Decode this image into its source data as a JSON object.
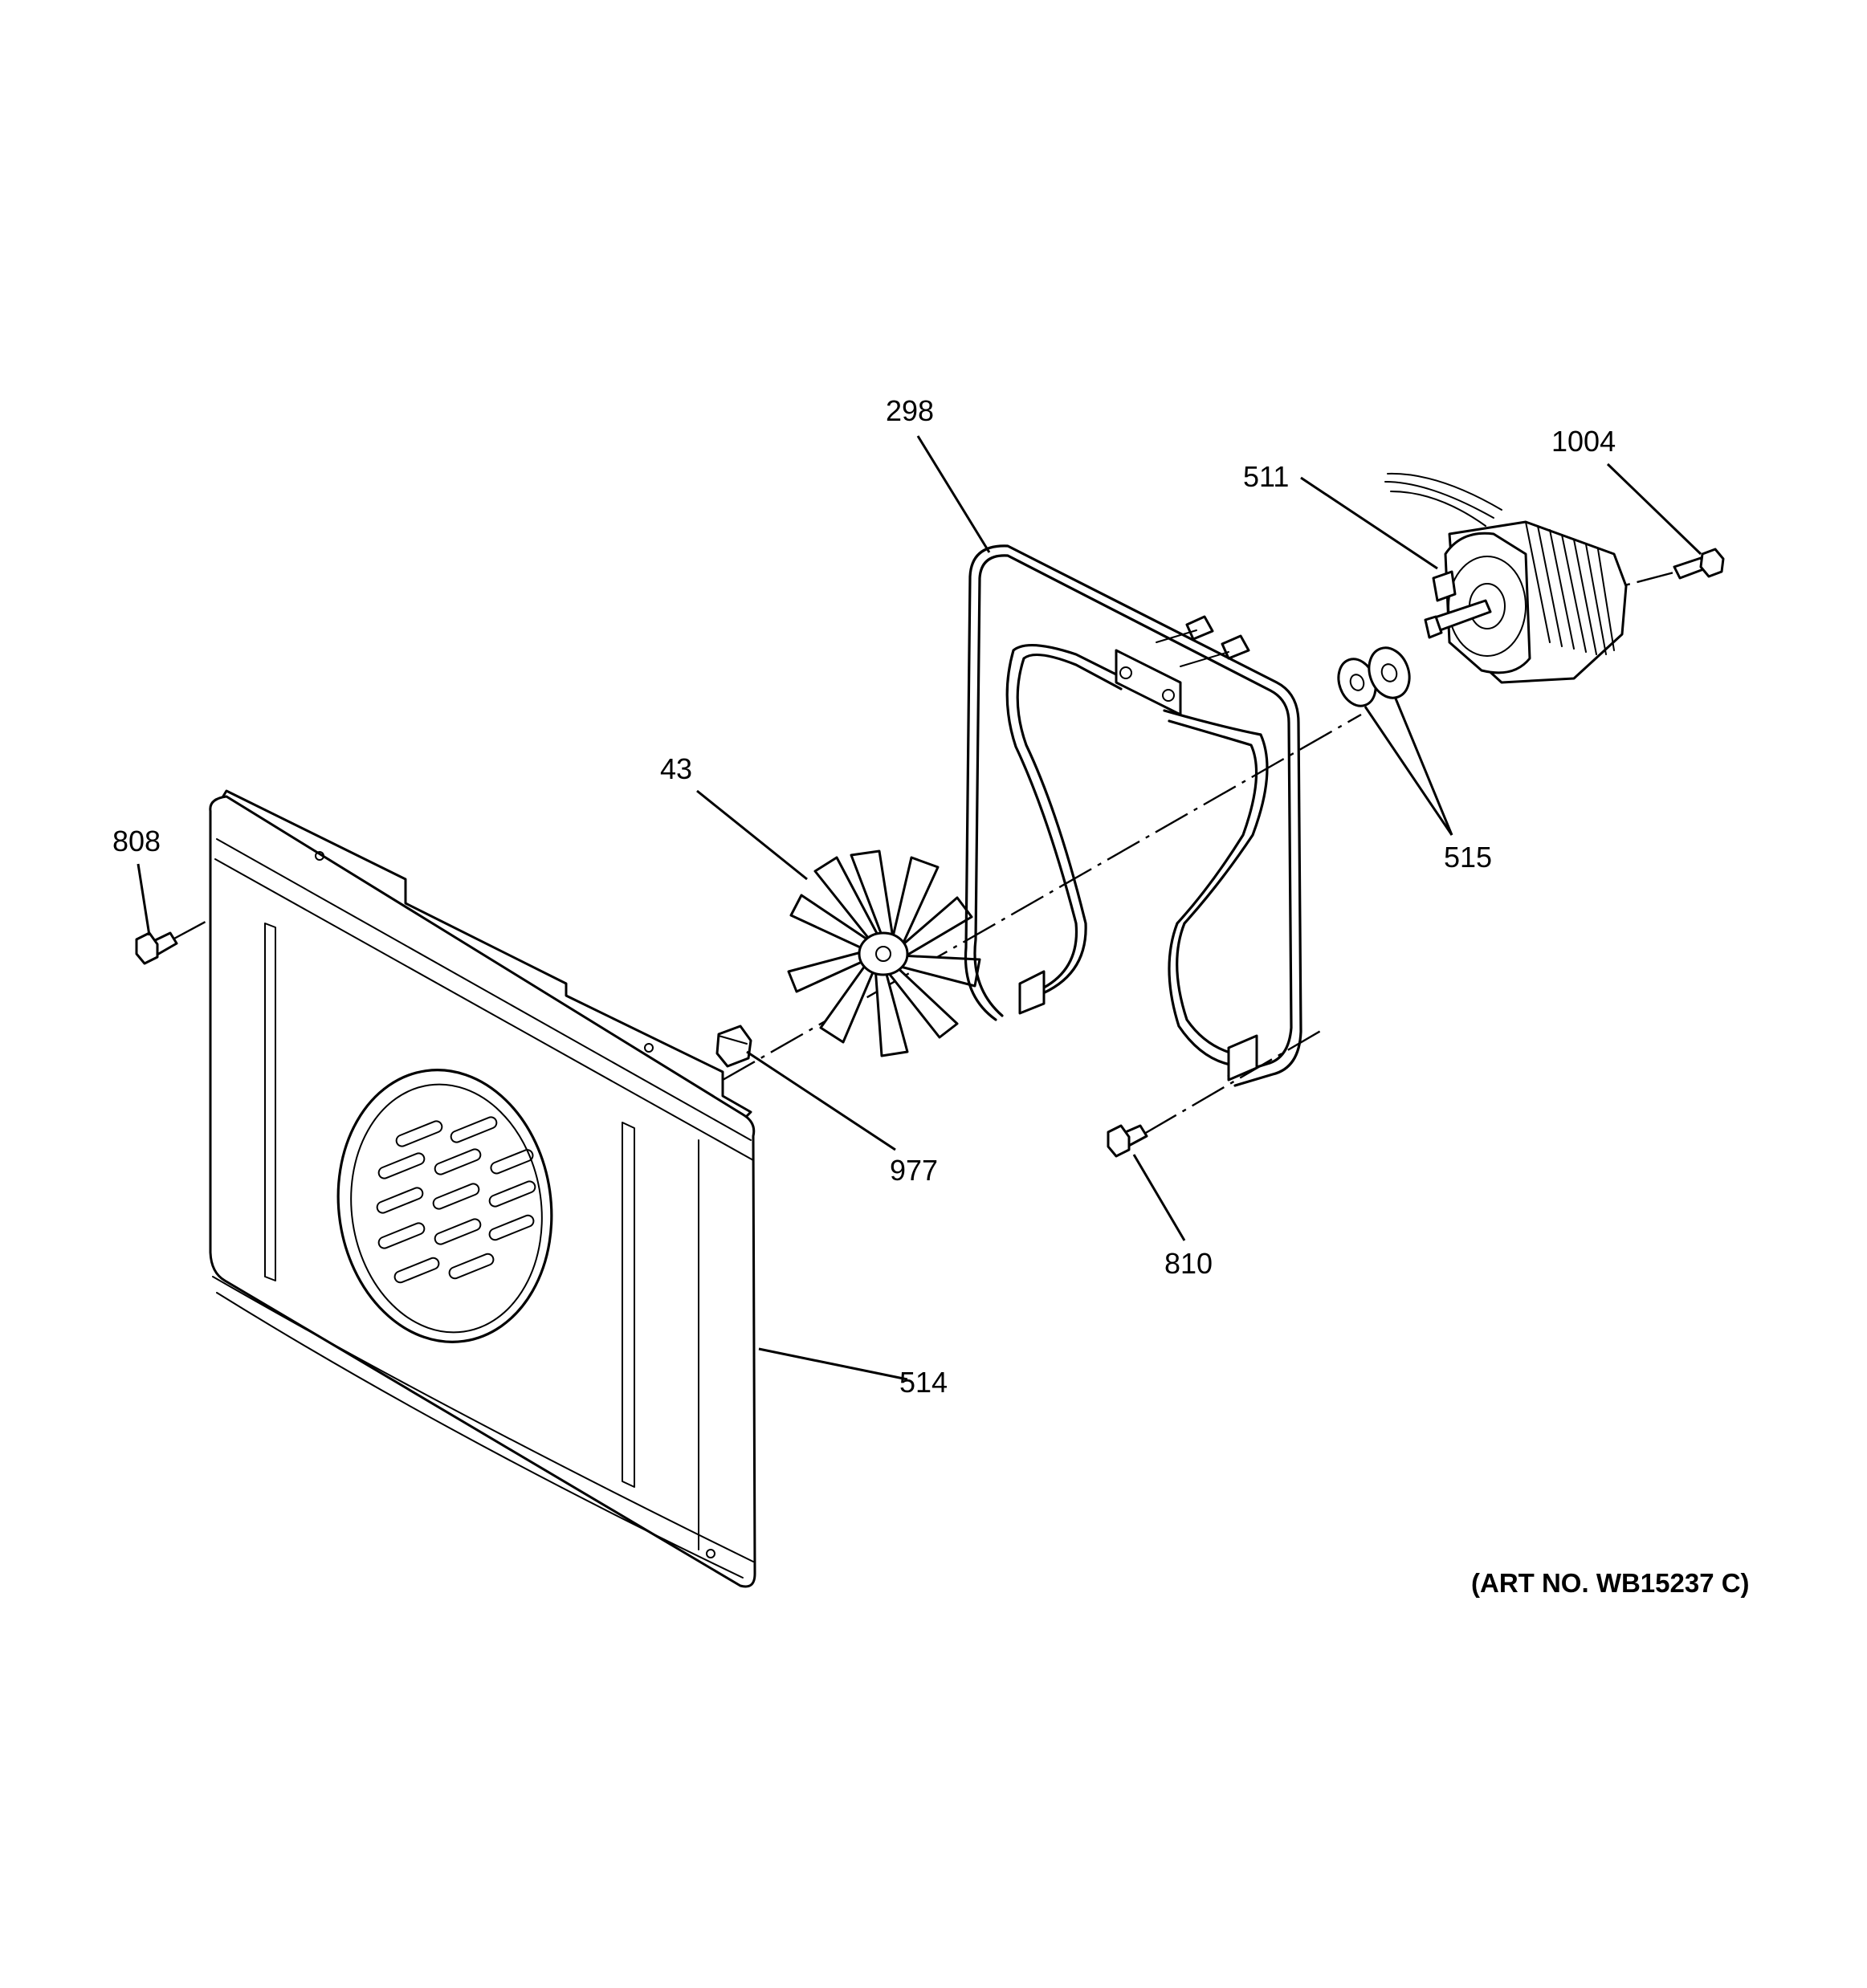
{
  "callouts": {
    "c298": "298",
    "c1004": "1004",
    "c511": "511",
    "c43": "43",
    "c808": "808",
    "c515": "515",
    "c977": "977",
    "c810": "810",
    "c514": "514"
  },
  "art_number": "(ART NO. WB15237 C)",
  "parts": [
    {
      "callout": "298",
      "depiction": "bake-element-icon"
    },
    {
      "callout": "1004",
      "depiction": "screw-icon"
    },
    {
      "callout": "511",
      "depiction": "fan-motor-icon"
    },
    {
      "callout": "43",
      "depiction": "fan-blade-icon"
    },
    {
      "callout": "808",
      "depiction": "screw-icon"
    },
    {
      "callout": "515",
      "depiction": "washer-icon"
    },
    {
      "callout": "977",
      "depiction": "nut-icon"
    },
    {
      "callout": "810",
      "depiction": "screw-icon"
    },
    {
      "callout": "514",
      "depiction": "fan-cover-panel-icon"
    }
  ]
}
